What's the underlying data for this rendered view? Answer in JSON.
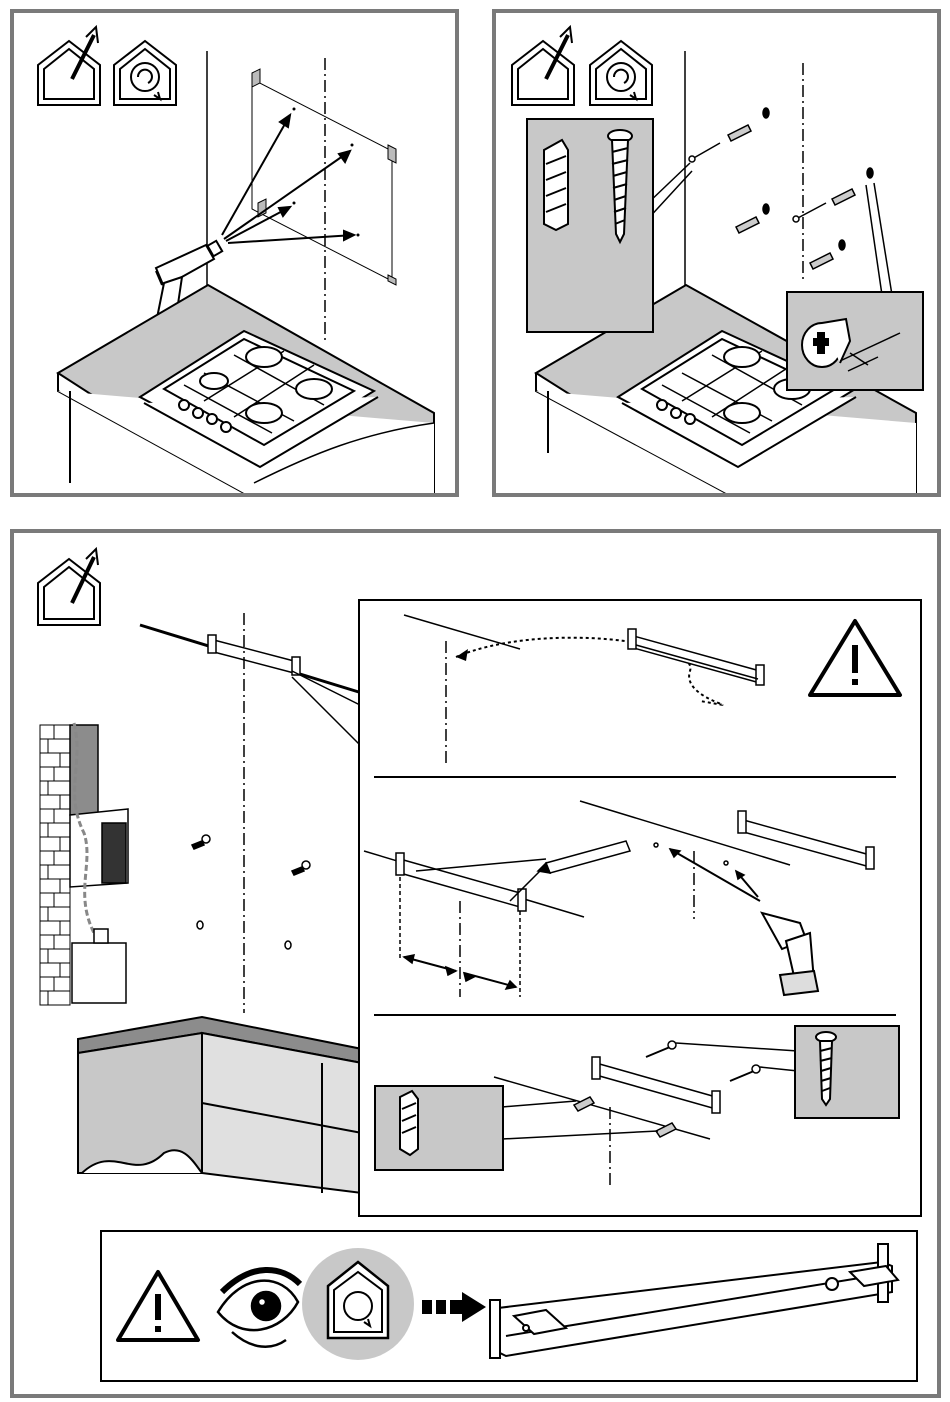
{
  "manual": {
    "panels": [
      {
        "id": "drill-wall-holes",
        "icons": [
          "house-exhaust-icon",
          "house-recirculation-icon"
        ]
      },
      {
        "id": "insert-wall-plugs",
        "icons": [
          "house-exhaust-icon",
          "house-recirculation-icon"
        ]
      },
      {
        "id": "mount-bracket-exhaust",
        "icons": [
          "house-exhaust-icon"
        ]
      },
      {
        "id": "recirculation-bracket-note",
        "icons": [
          "warning-icon",
          "eye-icon",
          "house-recirculation-icon",
          "arrow-right-icon"
        ]
      }
    ],
    "colors": {
      "frame": "#7a7a7a",
      "line": "#000000",
      "shade": "#c8c8c8",
      "dark_shade": "#8c8c8c"
    }
  }
}
